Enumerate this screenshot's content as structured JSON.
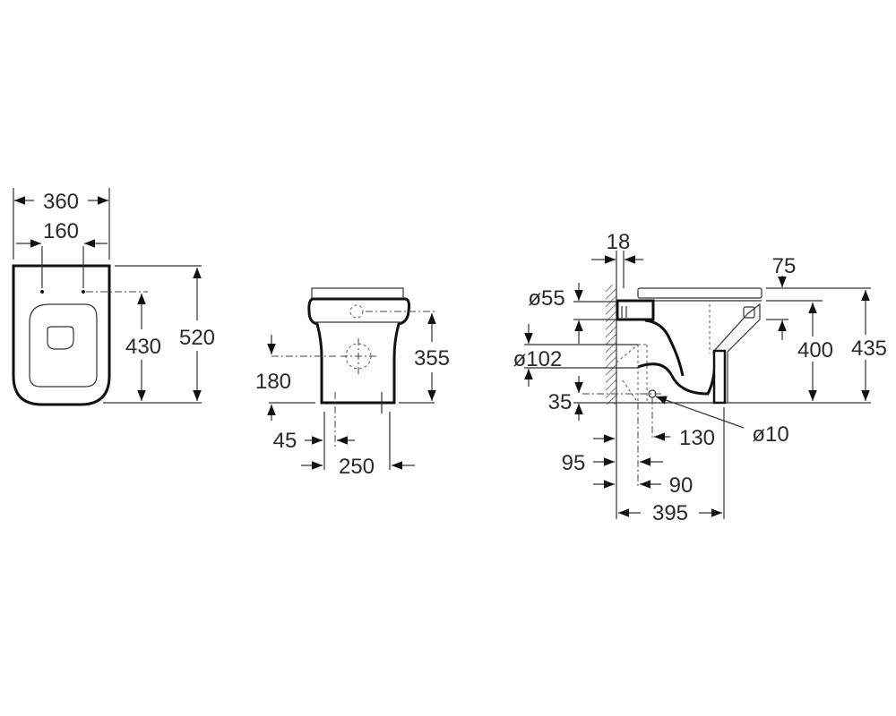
{
  "top_view": {
    "width_overall": "360",
    "fixing_spacing": "160",
    "fixing_depth": "430",
    "depth_overall": "520"
  },
  "front_view": {
    "inlet_height": "355",
    "outlet_height": "180",
    "foot_offset": "45",
    "base_width": "250"
  },
  "side_view": {
    "wall_gap": "18",
    "seat_thickness": "75",
    "inlet_diameter": "ø55",
    "outlet_diameter": "ø102",
    "fixing_height": "35",
    "rim_height": "400",
    "seat_height": "435",
    "fixing_offset": "130",
    "fixing_diameter": "ø10",
    "outlet_wall_offset": "95",
    "outlet_offset": "90",
    "overall_projection": "395"
  }
}
